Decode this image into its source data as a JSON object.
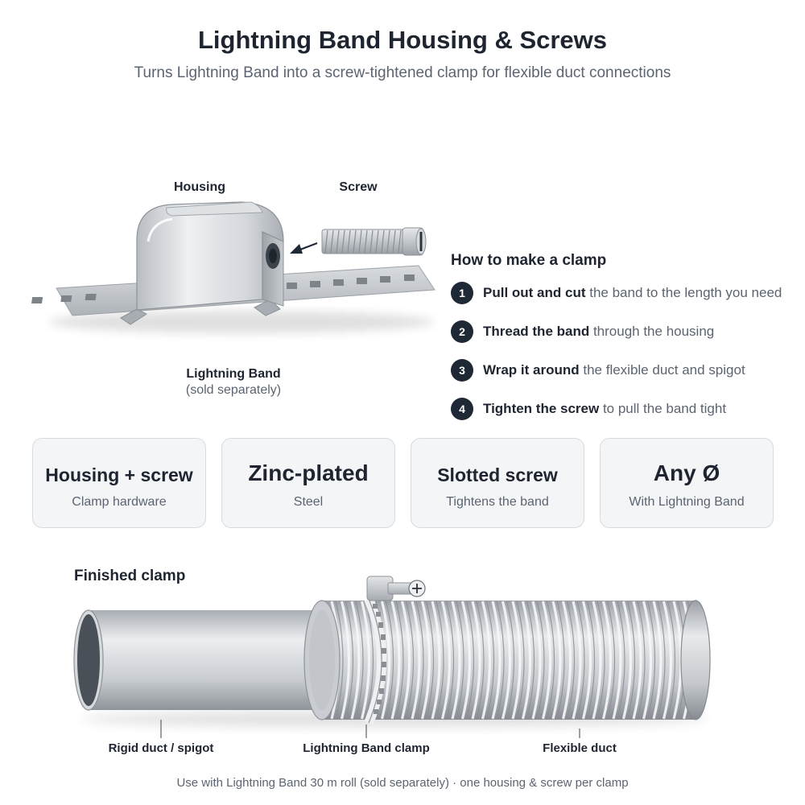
{
  "header": {
    "title": "Lightning Band Housing & Screws",
    "subtitle": "Turns Lightning Band into a screw-tightened clamp for flexible duct connections"
  },
  "parts": {
    "housing_label": "Housing",
    "screw_label": "Screw",
    "band_label": "Lightning Band",
    "band_note": "(sold separately)"
  },
  "howto": {
    "title": "How to make a clamp",
    "steps": [
      {
        "num": "1",
        "bold": "Pull out and cut",
        "rest": " the band to the length you need"
      },
      {
        "num": "2",
        "bold": "Thread the band",
        "rest": " through the housing"
      },
      {
        "num": "3",
        "bold": "Wrap it around",
        "rest": " the flexible duct and spigot"
      },
      {
        "num": "4",
        "bold": "Tighten the screw",
        "rest": " to pull the band tight"
      }
    ]
  },
  "specs": [
    {
      "value": "Housing + screw",
      "caption": "Clamp hardware"
    },
    {
      "value": "Zinc-plated",
      "caption": "Steel"
    },
    {
      "value": "Slotted screw",
      "caption": "Tightens the band"
    },
    {
      "value": "Any Ø",
      "caption": "With Lightning Band"
    }
  ],
  "finished": {
    "title": "Finished clamp",
    "spigot_label": "Rigid duct / spigot",
    "clamp_label": "Lightning Band clamp",
    "duct_label": "Flexible duct"
  },
  "footer": "Use with Lightning Band 30 m roll (sold separately) · one housing & screw per clamp",
  "colors": {
    "dark": "#1e2935",
    "muted": "#5b6470",
    "card_bg": "#f3f5f7",
    "metal": "#c5c9ce"
  }
}
